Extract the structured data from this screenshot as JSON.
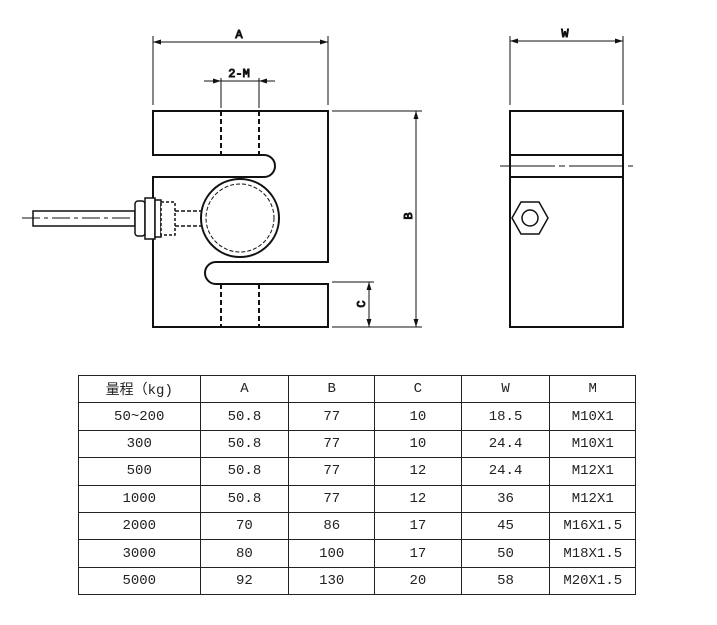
{
  "drawing": {
    "labels": {
      "A": "A",
      "two_m": "2-M",
      "B": "B",
      "C": "C",
      "W": "W"
    }
  },
  "table": {
    "headers": [
      "量程（kg)",
      "A",
      "B",
      "C",
      "W",
      "M"
    ],
    "rows": [
      [
        "50~200",
        "50.8",
        "77",
        "10",
        "18.5",
        "M10X1"
      ],
      [
        "300",
        "50.8",
        "77",
        "10",
        "24.4",
        "M10X1"
      ],
      [
        "500",
        "50.8",
        "77",
        "12",
        "24.4",
        "M12X1"
      ],
      [
        "1000",
        "50.8",
        "77",
        "12",
        "36",
        "M12X1"
      ],
      [
        "2000",
        "70",
        "86",
        "17",
        "45",
        "M16X1.5"
      ],
      [
        "3000",
        "80",
        "100",
        "17",
        "50",
        "M18X1.5"
      ],
      [
        "5000",
        "92",
        "130",
        "20",
        "58",
        "M20X1.5"
      ]
    ]
  }
}
